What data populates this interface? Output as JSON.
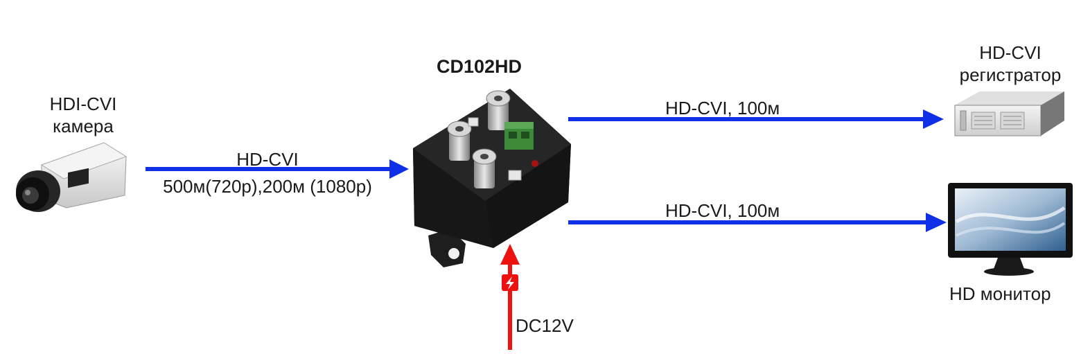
{
  "title": "CD102HD",
  "camera": {
    "label_line1": "HDI-CVI",
    "label_line2": "камера"
  },
  "input_link": {
    "line1": "HD-CVI",
    "line2": "500м(720p),200м (1080p)"
  },
  "output_links": [
    {
      "label": "HD-CVI, 100м"
    },
    {
      "label": "HD-CVI, 100м"
    }
  ],
  "dvr": {
    "label_line1": "HD-CVI",
    "label_line2": "регистратор"
  },
  "monitor": {
    "label": "HD монитор"
  },
  "power": {
    "label": "DC12V"
  },
  "colors": {
    "signal": "#1030e8",
    "power": "#ee1111",
    "device": "#1c1c1c",
    "terminal": "#3a8a3a"
  }
}
